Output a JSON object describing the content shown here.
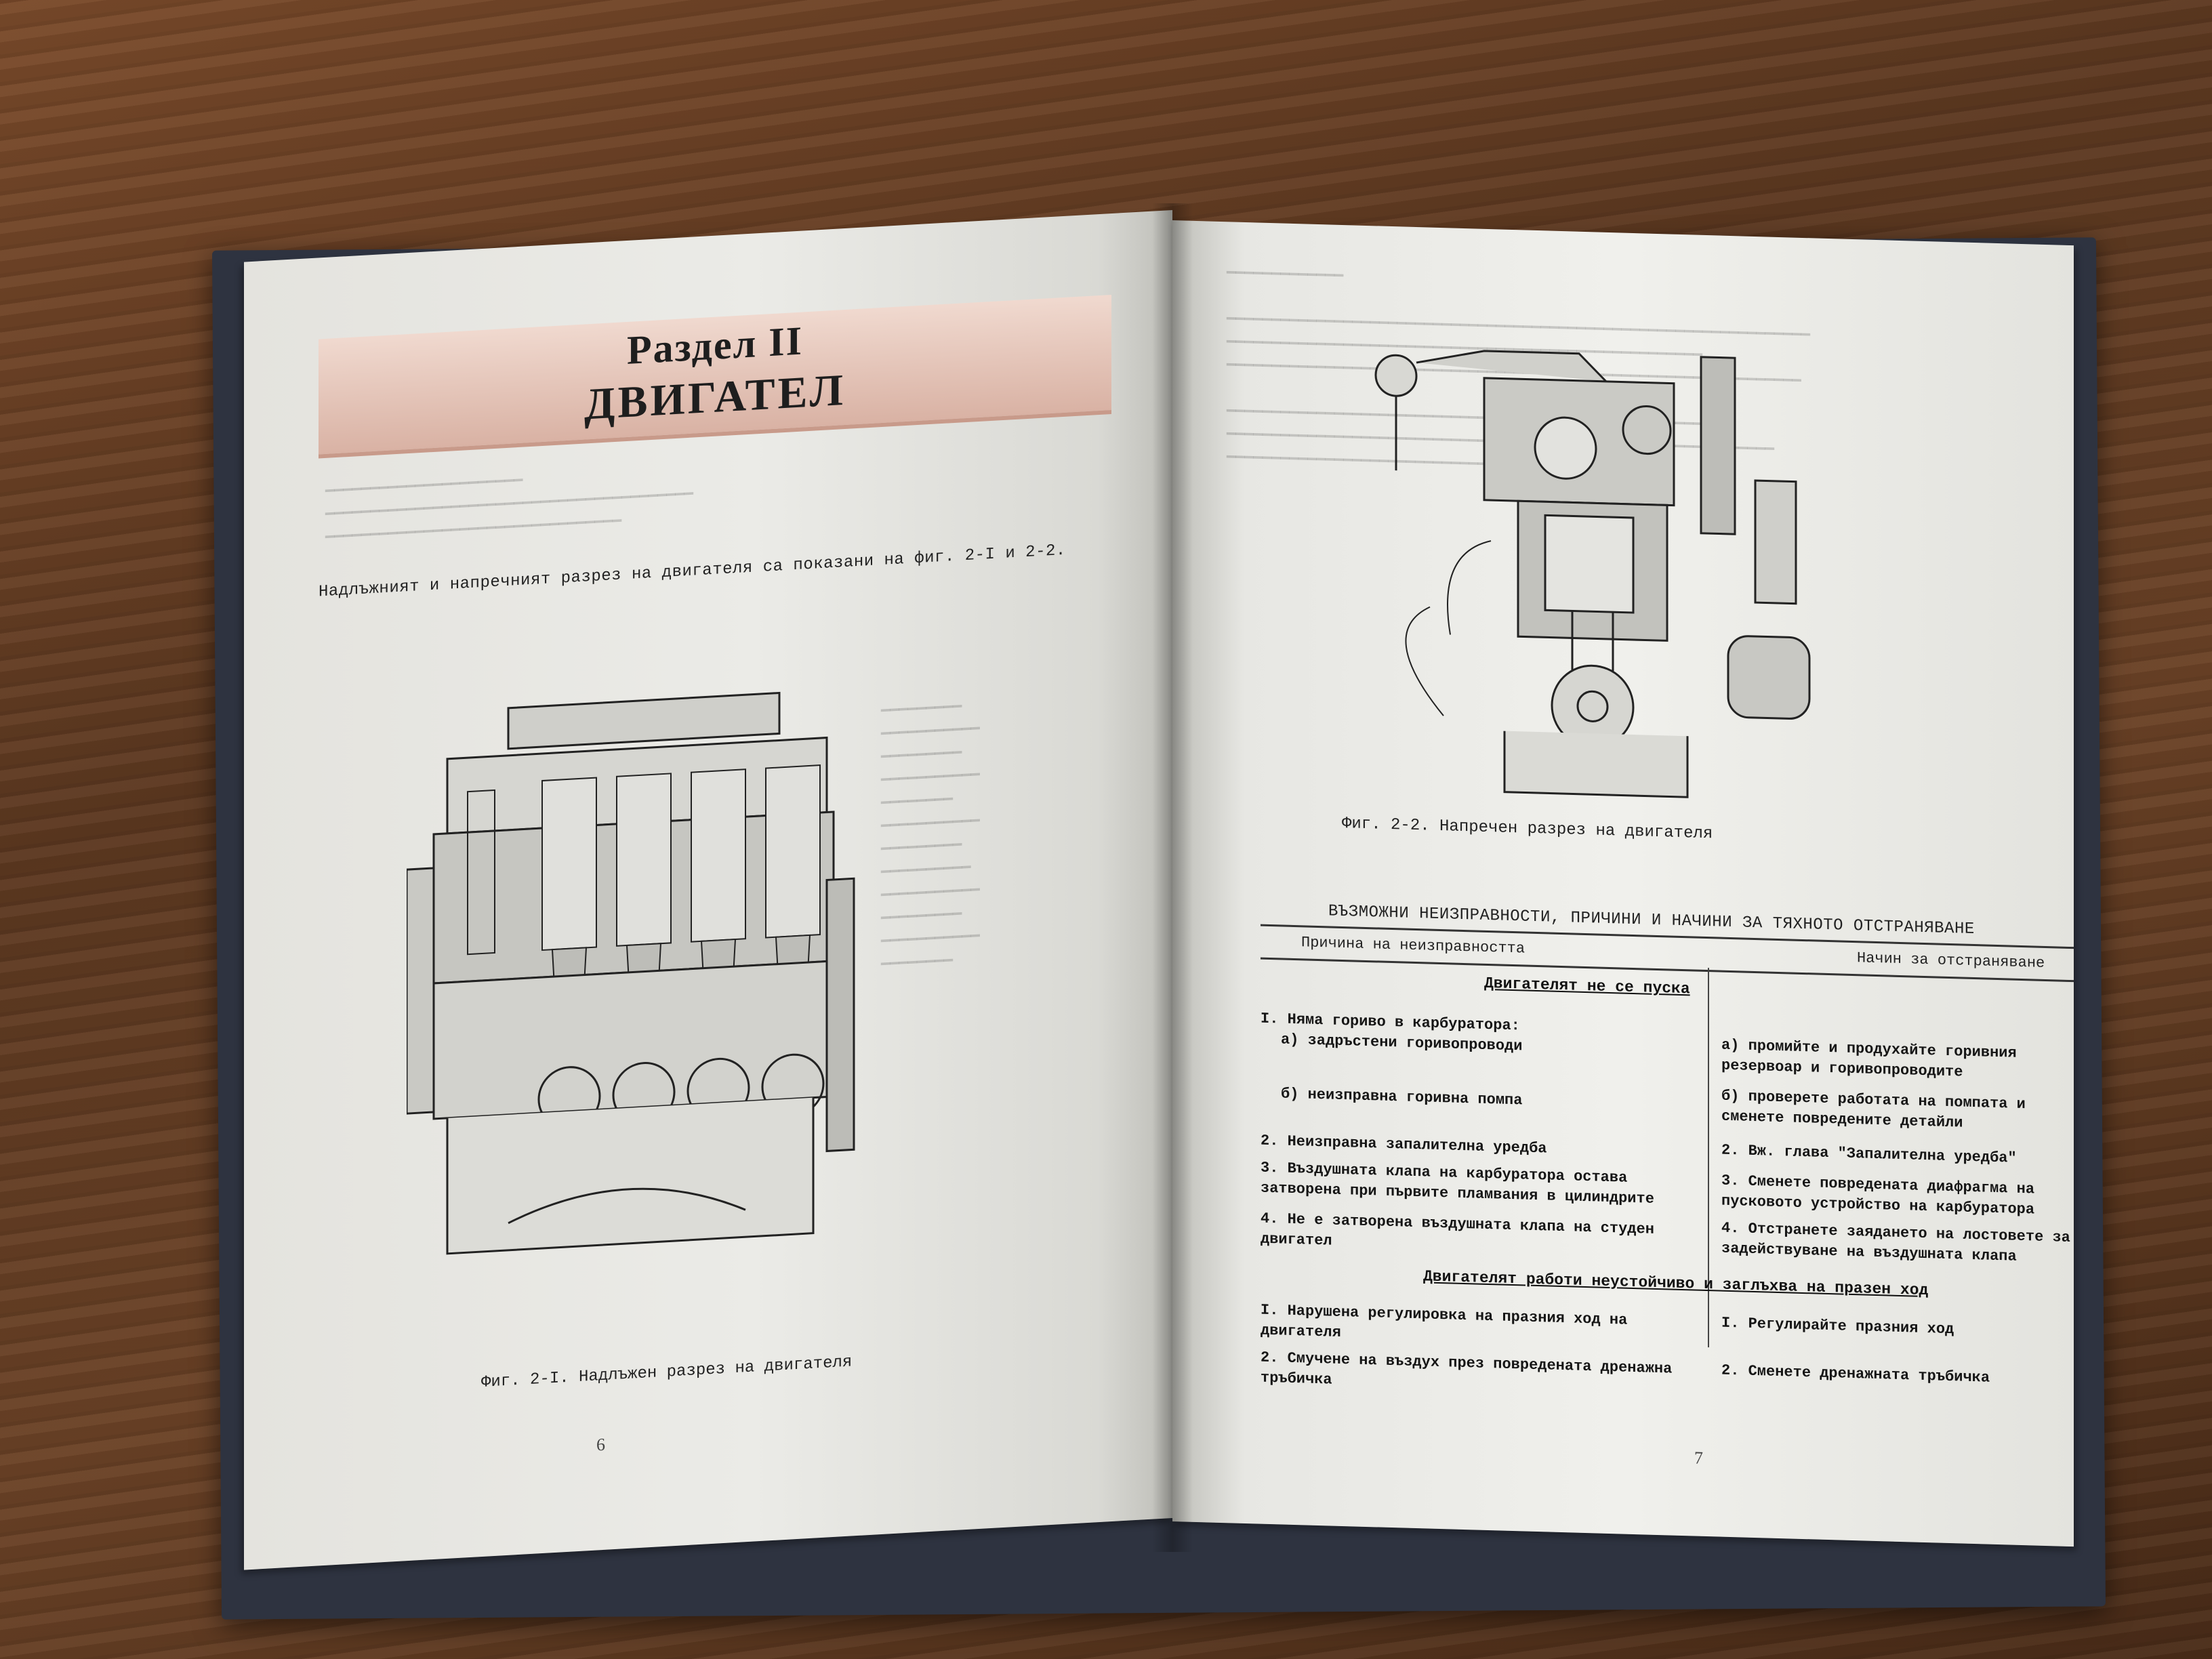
{
  "left_page": {
    "section": "Раздел II",
    "title": "ДВИГАТЕЛ",
    "intro": "Надлъжният и напречният разрез на двигателя са показани на фиг. 2-I и 2-2.",
    "figure_caption": "Фиг. 2-I. Надлъжен разрез на двигателя",
    "page_number": "6"
  },
  "right_page": {
    "figure_caption": "Фиг. 2-2. Напречен разрез на двигателя",
    "table_title": "ВЪЗМОЖНИ НЕИЗПРАВНОСТИ, ПРИЧИНИ И НАЧИНИ ЗА ТЯХНОТО ОТСТРАНЯВАНЕ",
    "col_cause": "Причина на неизправността",
    "col_remedy": "Начин за отстраняване",
    "groups": [
      {
        "title": "Двигателят не се пуска",
        "rows": [
          {
            "cause": "I. Няма гориво в карбуратора:",
            "remedy": ""
          },
          {
            "cause": "а) задръстени горивопроводи",
            "remedy": "а) промийте и продухайте горивния резервоар и горивопроводите"
          },
          {
            "cause": "б) неизправна горивна помпа",
            "remedy": "б) проверете работата на помпата и сменете повредените детайли"
          },
          {
            "cause": "2. Неизправна запалителна уредба",
            "remedy": "2. Вж. глава \"Запалителна уредба\""
          },
          {
            "cause": "3. Въздушната клапа на карбуратора остава затворена при първите пламвания в цилиндрите",
            "remedy": "3. Сменете повредената диафрагма на пусковото устройство на карбуратора"
          },
          {
            "cause": "4. Не е затворена въздушната клапа на студен двигател",
            "remedy": "4. Отстранете заядането на лостовете за задействуване на въздушната клапа"
          }
        ]
      },
      {
        "title": "Двигателят работи неустойчиво и заглъхва на празен ход",
        "rows": [
          {
            "cause": "I. Нарушена регулировка на празния ход на двигателя",
            "remedy": "I. Регулирайте празния ход"
          },
          {
            "cause": "2. Смучене на въздух през повредената дренажна тръбичка",
            "remedy": "2. Сменете дренажната тръбичка"
          }
        ]
      }
    ],
    "page_number": "7"
  }
}
